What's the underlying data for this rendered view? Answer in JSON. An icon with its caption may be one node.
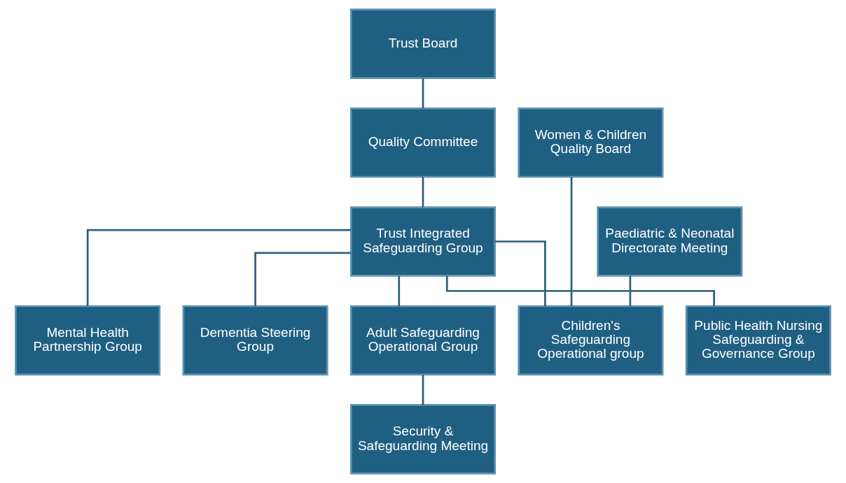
{
  "diagram": {
    "nodes": [
      {
        "text": [
          "Trust Board"
        ]
      },
      {
        "text": [
          "Quality Committee"
        ]
      },
      {
        "text": [
          "Trust Integrated Safeguarding Group"
        ]
      },
      {
        "text": [
          "Women & Children Quality Board"
        ]
      },
      {
        "text": [
          "Paediatric & Neonatal Directorate Meeting"
        ]
      },
      {
        "text": [
          "Mental Health Partnership Group"
        ]
      },
      {
        "text": [
          "Dementia Steering Group"
        ]
      },
      {
        "text": [
          "Adult Safeguarding Operational Group"
        ]
      },
      {
        "text": [
          "Children's Safeguarding Operational group"
        ]
      },
      {
        "text": [
          "Public Health Nursing Safeguarding & Governance Group"
        ]
      },
      {
        "text": [
          "Security & Safeguarding Meeting"
        ]
      }
    ],
    "edges": [
      {
        "from": 0,
        "to": 1,
        "arrow": "none"
      },
      {
        "from": 1,
        "to": 2,
        "arrow": "none"
      },
      {
        "from": 2,
        "to": 5,
        "arrow": "none"
      },
      {
        "from": 2,
        "to": 6,
        "arrow": "none"
      },
      {
        "from": 2,
        "to": 7,
        "arrow": "none"
      },
      {
        "from": 2,
        "to": 8,
        "arrow": "none"
      },
      {
        "from": 2,
        "to": 9,
        "arrow": "none"
      },
      {
        "from": 7,
        "to": 10,
        "arrow": "none"
      },
      {
        "from": 8,
        "to": 3,
        "arrow": "none"
      },
      {
        "from": 8,
        "to": 4,
        "arrow": "none"
      }
    ]
  }
}
